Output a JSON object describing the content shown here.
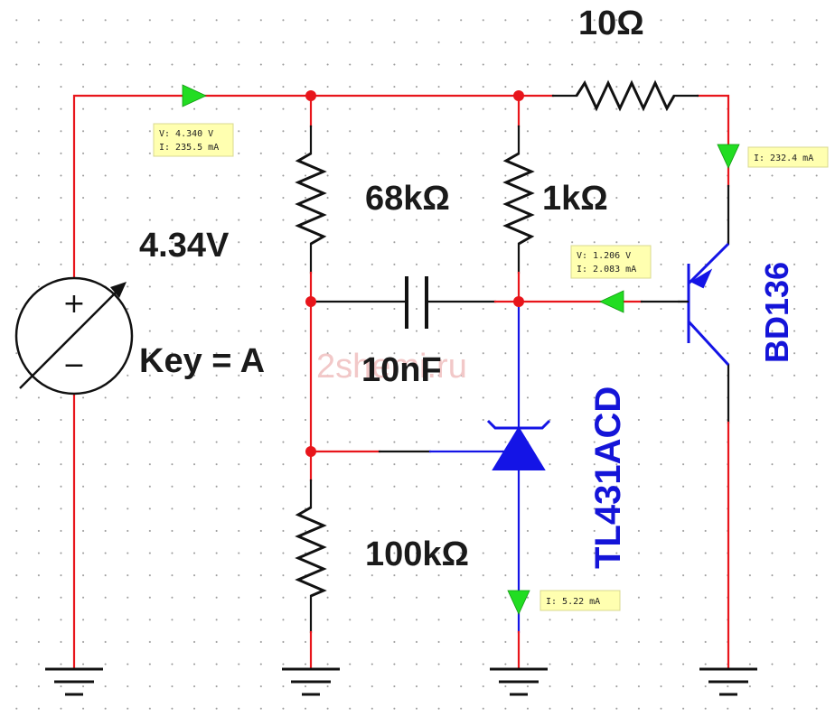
{
  "colors": {
    "wire_red": "#e8151b",
    "wire_black": "#111111",
    "wire_blue": "#1414e6",
    "arrow_green": "#22dd22",
    "probe_bg": "#ffffb0",
    "probe_border": "#d8d890",
    "label_black": "#1a1a1a",
    "label_blue": "#1414d8",
    "watermark": "#f2c8c8"
  },
  "labels": {
    "r_top": "10Ω",
    "r_68k": "68kΩ",
    "r_1k": "1kΩ",
    "voltage": "4.34V",
    "key": "Key = A",
    "capacitor": "10nF",
    "r_100k": "100kΩ",
    "regulator": "TL431ACD",
    "transistor": "BD136",
    "watermark": "2shemi.ru"
  },
  "probes": {
    "p1": {
      "v": "V: 4.340 V",
      "i": "I: 235.5 mA"
    },
    "p2": {
      "i": "I: 232.4 mA"
    },
    "p3": {
      "v": "V: 1.206 V",
      "i": "I: 2.083 mA"
    },
    "p4": {
      "i": "I: 5.22 mA"
    }
  },
  "icons": {
    "source": "variable-dc-source-icon",
    "resistor": "resistor-zigzag-icon",
    "capacitor": "capacitor-icon",
    "shunt_regulator": "zener-regulator-icon",
    "transistor": "pnp-transistor-icon",
    "ground": "ground-icon",
    "current_arrow": "current-direction-arrow-icon"
  }
}
